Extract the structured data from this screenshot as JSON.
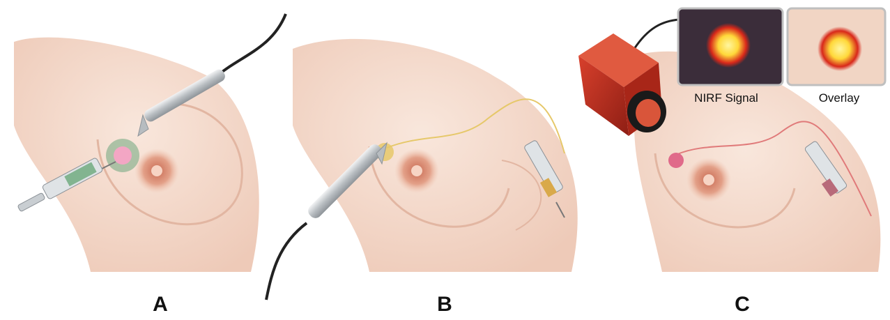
{
  "panels": [
    {
      "letter": "A"
    },
    {
      "letter": "B"
    },
    {
      "letter": "C"
    }
  ],
  "inset": {
    "nirf_caption": "NIRF Signal",
    "overlay_caption": "Overlay"
  },
  "colors": {
    "skin": "#f3d6c6",
    "skin_shadow": "#e2b6a2",
    "areola": "#e0957c",
    "camera_red": "#c0301f",
    "probe": "#c8ccce",
    "tracer_green": "#4f9a6a",
    "lymph_yellow": "#e6c86a",
    "lymph_red": "#e07a7a",
    "signal_hot": "#ffd83a",
    "signal_red": "#d8281a"
  }
}
